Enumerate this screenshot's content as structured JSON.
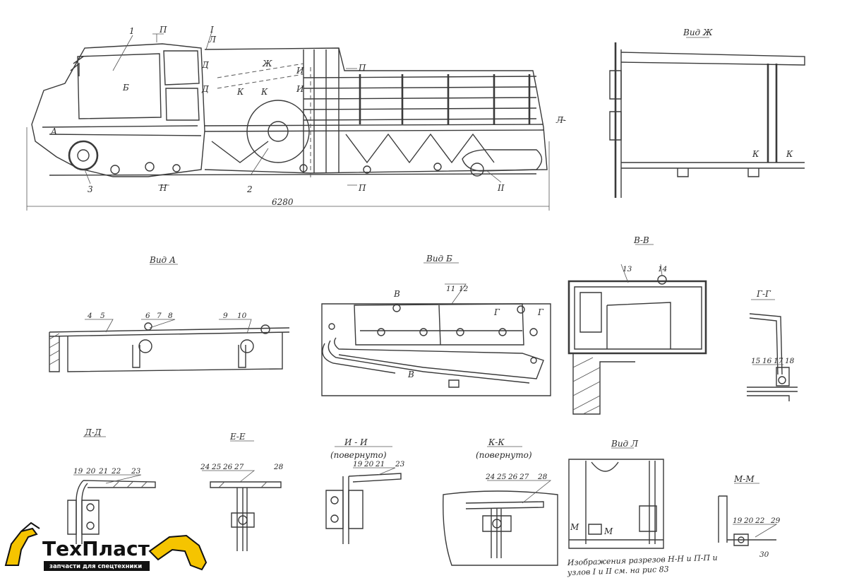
{
  "main_view": {
    "dimension": "6280",
    "callouts": [
      "1",
      "2",
      "3",
      "I",
      "II"
    ],
    "section_marks": [
      "П",
      "Л",
      "Ж",
      "Д",
      "Д",
      "И",
      "И",
      "К",
      "К",
      "Б",
      "А",
      "П",
      "Н",
      "П",
      "Л-"
    ]
  },
  "view_zh": {
    "title": "Вид Ж",
    "marks": [
      "К",
      "К"
    ]
  },
  "view_a": {
    "title": "Вид А",
    "numbers": [
      "4",
      "5",
      "6",
      "7",
      "8",
      "9",
      "10"
    ]
  },
  "view_b": {
    "title": "Вид Б",
    "numbers": [
      "11",
      "12"
    ],
    "marks": [
      "В",
      "Г",
      "Г",
      "В"
    ]
  },
  "section_vv": {
    "title": "В-В",
    "numbers": [
      "13",
      "14"
    ]
  },
  "section_gg": {
    "title": "Г-Г",
    "numbers": [
      "15",
      "16",
      "17",
      "18"
    ]
  },
  "section_dd": {
    "title": "Д-Д",
    "numbers": [
      "19",
      "20",
      "21",
      "22",
      "23"
    ]
  },
  "section_ee": {
    "title": "Е-Е",
    "numbers": [
      "24",
      "25",
      "26",
      "27",
      "28"
    ]
  },
  "section_ii": {
    "title": "И - И",
    "subtitle": "(повернуто)",
    "numbers": [
      "19",
      "20",
      "21",
      "23"
    ]
  },
  "section_kk": {
    "title": "К-К",
    "subtitle": "(повернуто)",
    "numbers": [
      "24",
      "25",
      "26",
      "27",
      "28"
    ]
  },
  "view_l": {
    "title": "Вид Л",
    "marks": [
      "М",
      "М"
    ]
  },
  "section_mm": {
    "title": "М-М",
    "numbers": [
      "19",
      "20",
      "22",
      "29",
      "30"
    ]
  },
  "note": {
    "line1": "Изображения разрезов Н-Н и П-П и",
    "line2": "узлов I и II см. на рис 83"
  },
  "logo": {
    "name": "ТехПласт",
    "tagline": "запчасти для спецтехники",
    "color": "#f5c400"
  }
}
